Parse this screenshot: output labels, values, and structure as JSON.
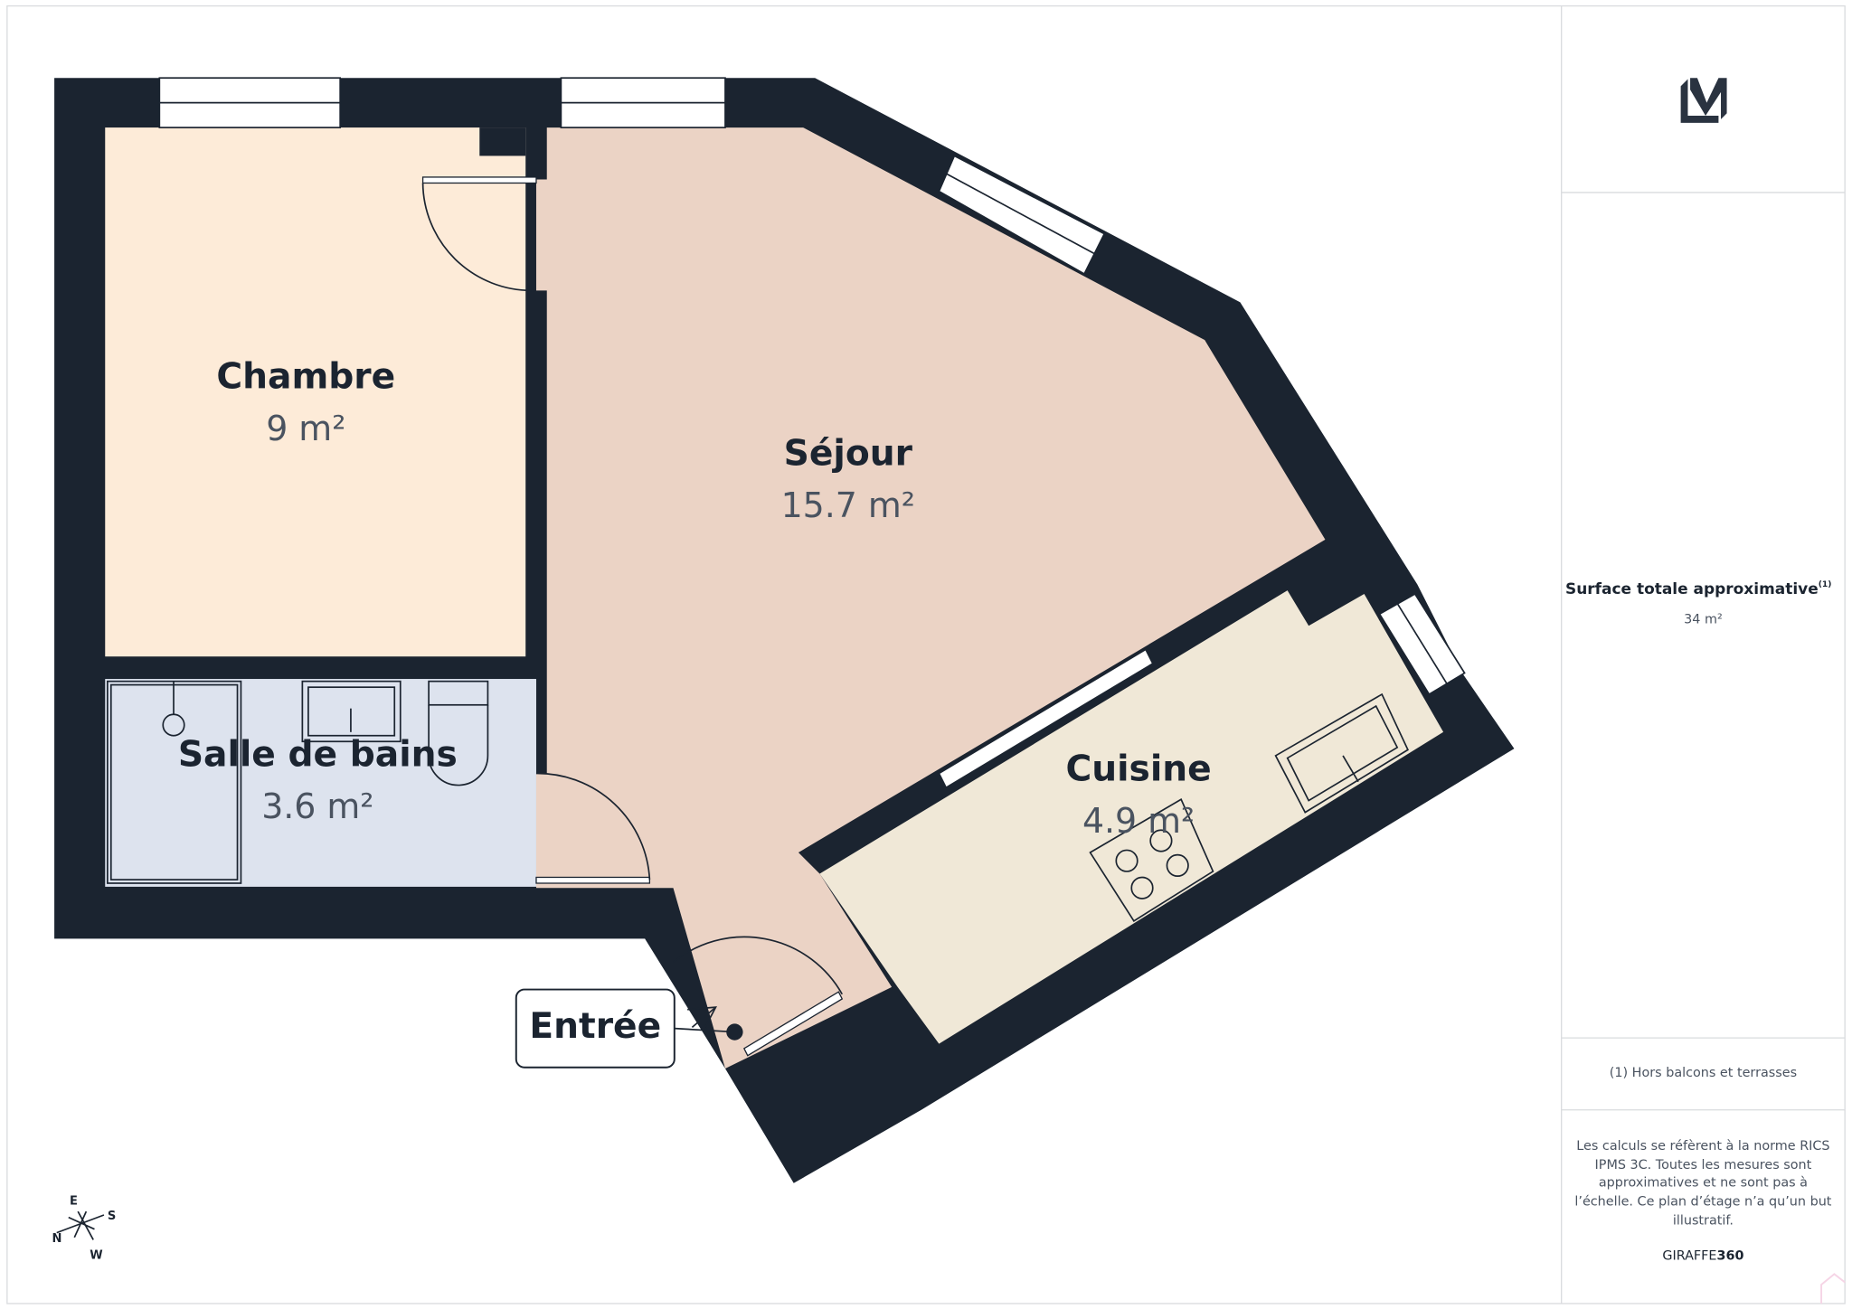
{
  "rooms": [
    {
      "name": "Chambre",
      "area": "9 m²"
    },
    {
      "name": "Séjour",
      "area": "15.7 m²"
    },
    {
      "name": "Salle de bains",
      "area": "3.6 m²"
    },
    {
      "name": "Cuisine",
      "area": "4.9 m²"
    }
  ],
  "entrance_label": "Entrée",
  "compass": {
    "n": "N",
    "e": "E",
    "s": "S",
    "w": "W"
  },
  "panel": {
    "logo": "LM",
    "total_label": "Surface totale approximative",
    "total_sup": "(1)",
    "total_value": "34 m²",
    "footnote": "(1) Hors balcons et terrasses",
    "disclaimer_lines": [
      "Les calculs se réfèrent à la norme RICS",
      "IPMS 3C. Toutes les mesures sont",
      "approximatives et ne sont pas à",
      "l’échelle. Ce plan d’étage n’a qu’un but",
      "illustratif."
    ],
    "brand_a": "GIRAFFE",
    "brand_b": "360"
  },
  "colors": {
    "wall": "#1b2430",
    "chambre": "#fdebd8",
    "sejour": "#ebd3c5",
    "bain": "#dde3ee",
    "cuisine": "#f0e8d7"
  }
}
